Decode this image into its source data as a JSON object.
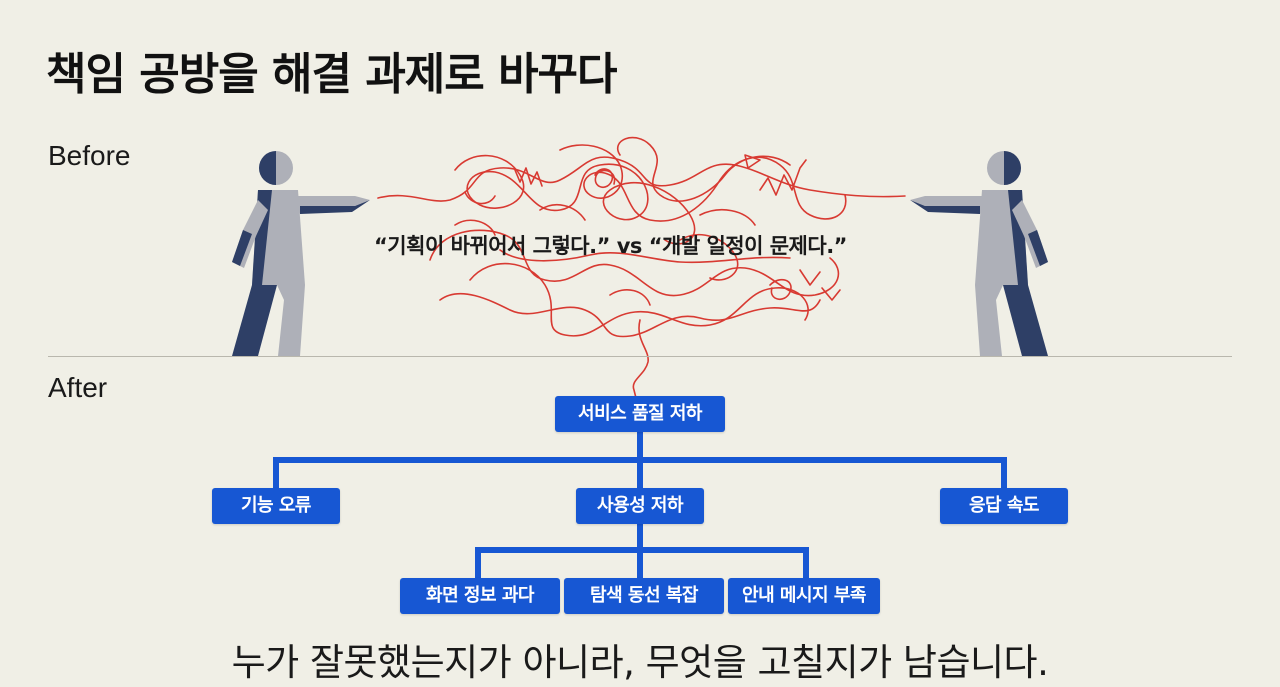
{
  "title": "책임 공방을 해결 과제로 바꾸다",
  "before": {
    "label": "Before",
    "quote": "“기획이 바뀌어서 그렇다.” vs “개발 일정이 문제다.”"
  },
  "after": {
    "label": "After",
    "tree": {
      "root": "서비스 품질 저하",
      "children": [
        {
          "label": "기능 오류"
        },
        {
          "label": "사용성 저하",
          "children": [
            "화면 정보 과다",
            "탐색 동선 복잡",
            "안내 메시지 부족"
          ]
        },
        {
          "label": "응답 속도"
        }
      ]
    }
  },
  "conclusion": "누가 잘못했는지가 아니라, 무엇을 고칠지가 남습니다.",
  "colors": {
    "background": "#f0efe6",
    "node_fill": "#1757d3",
    "connector": "#1757d3",
    "scribble": "#d83a32",
    "figure_light": "#aeb0b8",
    "figure_dark": "#2e3f66"
  }
}
